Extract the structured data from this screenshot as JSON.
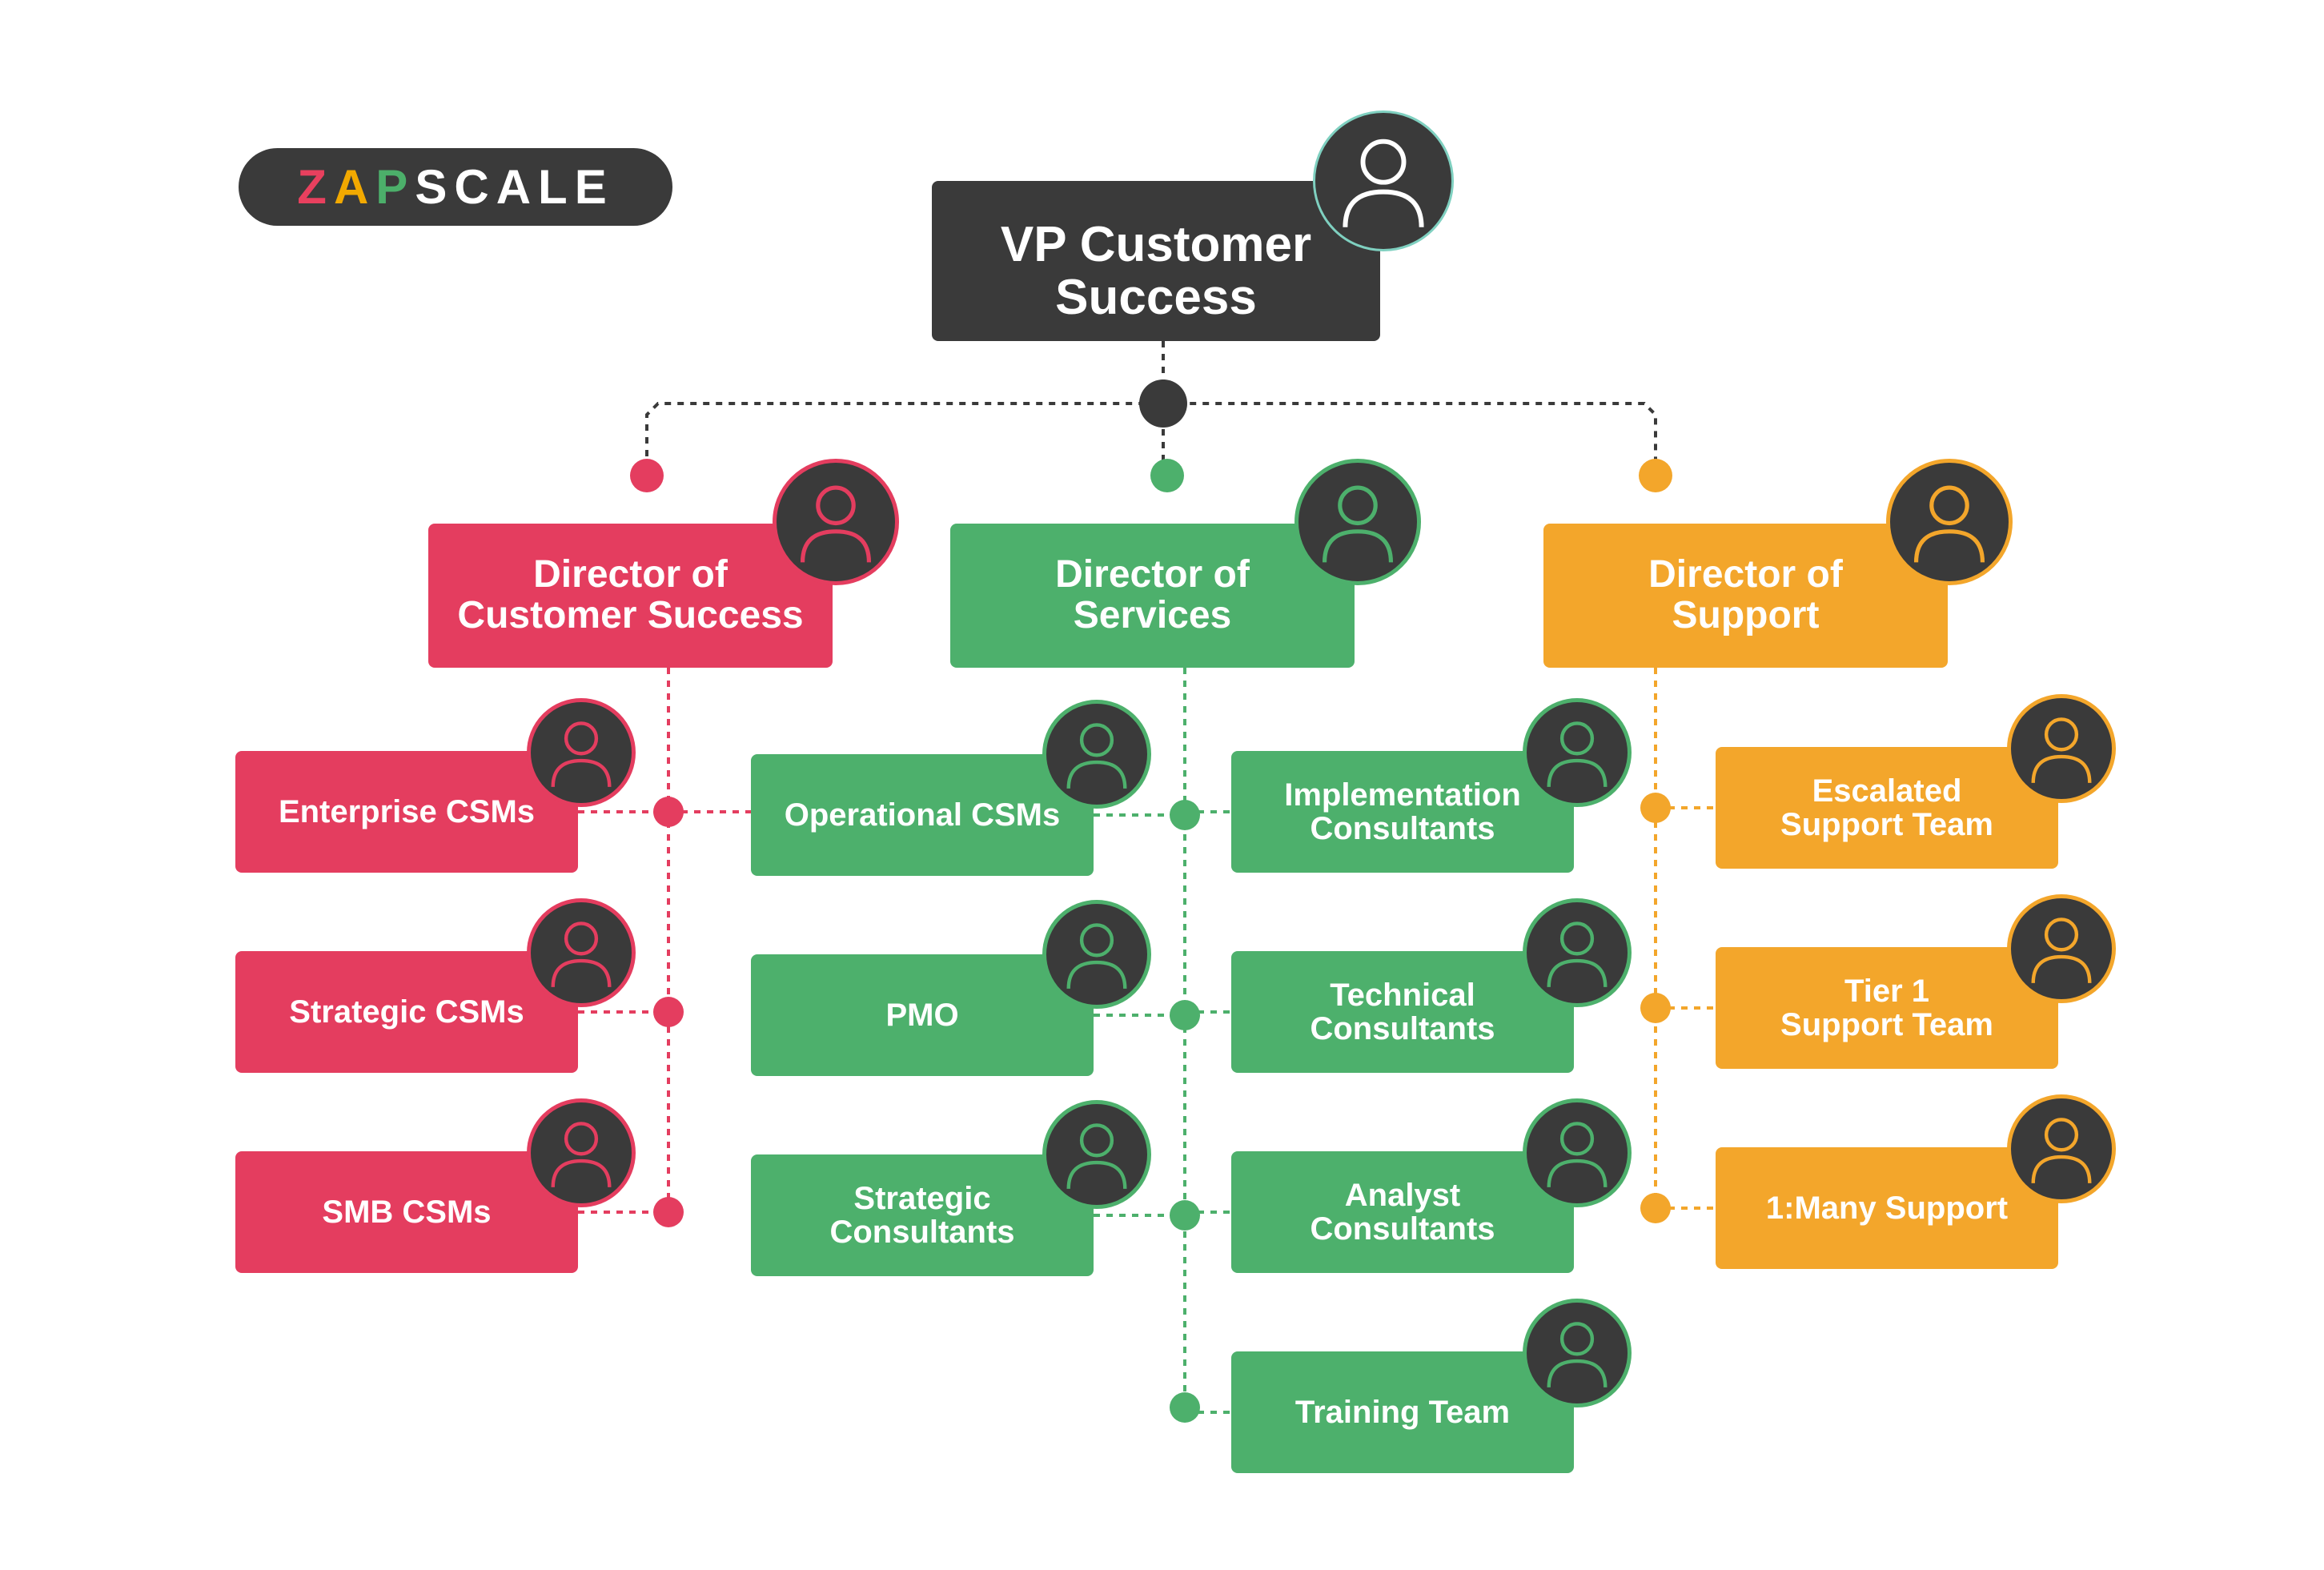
{
  "logo": {
    "letters": [
      {
        "ch": "Z",
        "color": "#e8405e"
      },
      {
        "ch": "A",
        "color": "#f2a900"
      },
      {
        "ch": "P",
        "color": "#4caf6a"
      },
      {
        "ch": "S",
        "color": "#ffffff"
      },
      {
        "ch": "C",
        "color": "#ffffff"
      },
      {
        "ch": "A",
        "color": "#ffffff"
      },
      {
        "ch": "L",
        "color": "#ffffff"
      },
      {
        "ch": "E",
        "color": "#ffffff"
      }
    ]
  },
  "colors": {
    "dark": "#3a3a3a",
    "red": "#e43d5f",
    "green": "#4db06c",
    "orange": "#f3a62b"
  },
  "icon": "user-icon",
  "vp": {
    "label": "VP Customer\nSuccess"
  },
  "directors": [
    {
      "label": "Director of\nCustomer Success",
      "color": "red",
      "teams": [
        "Enterprise CSMs",
        "Strategic CSMs",
        "SMB CSMs"
      ]
    },
    {
      "label": "Director of\nServices",
      "color": "green",
      "teams_left": [
        "Operational CSMs",
        "PMO",
        "Strategic\nConsultants"
      ],
      "teams_right": [
        "Implementation\nConsultants",
        "Technical\nConsultants",
        "Analyst\nConsultants",
        "Training Team"
      ]
    },
    {
      "label": "Director of\nSupport",
      "color": "orange",
      "teams": [
        "Escalated\nSupport Team",
        "Tier 1\nSupport Team",
        "1:Many Support"
      ]
    }
  ]
}
